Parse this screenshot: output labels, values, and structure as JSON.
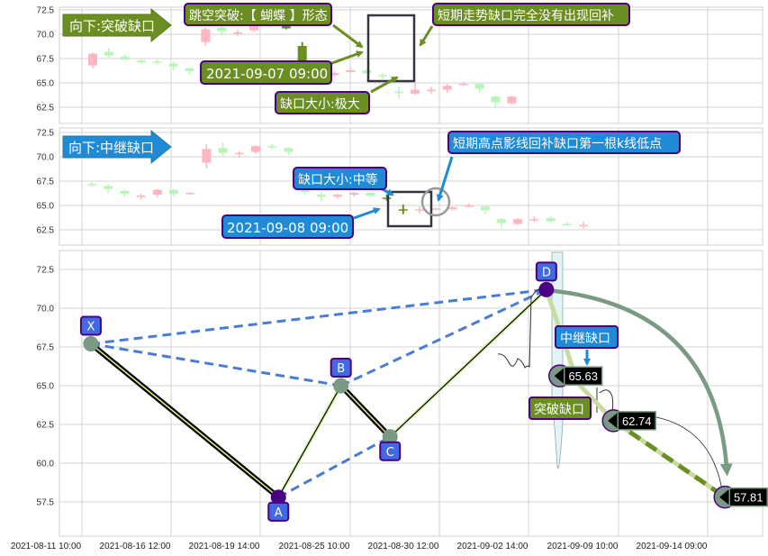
{
  "chart_data": [
    {
      "type": "candlestick",
      "title": "向下:突破缺口",
      "ylim": [
        61,
        73
      ],
      "yticks": [
        "72.5",
        "70.0",
        "67.5",
        "65.0",
        "62.5"
      ],
      "yticks_values": [
        72.5,
        70.0,
        67.5,
        65.0,
        62.5
      ],
      "candles": [
        {
          "o": 66.8,
          "c": 68.0,
          "h": 68.1,
          "l": 66.5,
          "dir": "up"
        },
        {
          "o": 68.2,
          "c": 67.8,
          "h": 68.6,
          "l": 67.6,
          "dir": "down"
        },
        {
          "o": 67.7,
          "c": 67.4,
          "h": 67.9,
          "l": 67.3,
          "dir": "down"
        },
        {
          "o": 67.3,
          "c": 67.1,
          "h": 67.4,
          "l": 67.0,
          "dir": "down"
        },
        {
          "o": 67.2,
          "c": 67.1,
          "h": 67.4,
          "l": 66.9,
          "dir": "down"
        },
        {
          "o": 67.0,
          "c": 66.7,
          "h": 67.2,
          "l": 66.3,
          "dir": "down"
        },
        {
          "o": 66.5,
          "c": 66.2,
          "h": 66.6,
          "l": 65.9,
          "dir": "down"
        },
        {
          "o": 69.2,
          "c": 70.5,
          "h": 70.7,
          "l": 68.8,
          "dir": "up"
        },
        {
          "o": 70.7,
          "c": 70.3,
          "h": 70.9,
          "l": 69.9,
          "dir": "down"
        },
        {
          "o": 70.1,
          "c": 70.2,
          "h": 70.5,
          "l": 69.8,
          "dir": "up"
        },
        {
          "o": 70.4,
          "c": 71.0,
          "h": 71.3,
          "l": 70.2,
          "dir": "up"
        },
        {
          "o": 71.0,
          "c": 70.9,
          "h": 71.2,
          "l": 70.7,
          "dir": "down"
        },
        {
          "o": 71.0,
          "c": 70.6,
          "h": 71.2,
          "l": 70.5,
          "dir": "gap"
        },
        {
          "o": 68.8,
          "c": 66.3,
          "h": 69.2,
          "l": 65.8,
          "dir": "gap"
        },
        {
          "o": 66.3,
          "c": 65.9,
          "h": 66.6,
          "l": 65.6,
          "dir": "down"
        },
        {
          "o": 65.8,
          "c": 66.0,
          "h": 66.2,
          "l": 65.6,
          "dir": "up"
        },
        {
          "o": 66.1,
          "c": 66.3,
          "h": 66.6,
          "l": 66.0,
          "dir": "up"
        },
        {
          "o": 66.3,
          "c": 66.0,
          "h": 66.4,
          "l": 65.9,
          "dir": "down"
        },
        {
          "o": 65.8,
          "c": 65.7,
          "h": 66.0,
          "l": 65.4,
          "dir": "down"
        },
        {
          "o": 64.1,
          "c": 64.0,
          "h": 64.6,
          "l": 63.4,
          "dir": "down"
        },
        {
          "o": 63.9,
          "c": 64.3,
          "h": 65.0,
          "l": 63.8,
          "dir": "up"
        },
        {
          "o": 64.3,
          "c": 64.2,
          "h": 64.6,
          "l": 63.9,
          "dir": "up"
        },
        {
          "o": 64.3,
          "c": 64.7,
          "h": 64.9,
          "l": 64.0,
          "dir": "up"
        },
        {
          "o": 64.9,
          "c": 64.9,
          "h": 65.1,
          "l": 64.7,
          "dir": "up"
        },
        {
          "o": 64.9,
          "c": 64.4,
          "h": 65.0,
          "l": 64.0,
          "dir": "down"
        },
        {
          "o": 63.6,
          "c": 63.0,
          "h": 63.7,
          "l": 62.4,
          "dir": "down"
        },
        {
          "o": 62.9,
          "c": 63.6,
          "h": 63.7,
          "l": 62.8,
          "dir": "up"
        }
      ],
      "annotations": [
        {
          "text": "跳空突破:【 蝴蝶 】形态"
        },
        {
          "text": "2021-09-07 09:00"
        },
        {
          "text": "缺口大小:极大"
        },
        {
          "text": "短期走势缺口完全没有出现回补"
        }
      ]
    },
    {
      "type": "candlestick",
      "title": "向下:中继缺口",
      "ylim": [
        61,
        73
      ],
      "yticks": [
        "72.5",
        "70.0",
        "67.5",
        "65.0",
        "62.5"
      ],
      "yticks_values": [
        72.5,
        70.0,
        67.5,
        65.0,
        62.5
      ],
      "candles": [
        {
          "o": 67.2,
          "c": 67.1,
          "h": 67.4,
          "l": 66.9,
          "dir": "down"
        },
        {
          "o": 67.0,
          "c": 66.7,
          "h": 67.2,
          "l": 66.3,
          "dir": "down"
        },
        {
          "o": 66.5,
          "c": 66.2,
          "h": 66.6,
          "l": 65.9,
          "dir": "down"
        },
        {
          "o": 66.0,
          "c": 66.0,
          "h": 66.2,
          "l": 65.6,
          "dir": "up"
        },
        {
          "o": 66.1,
          "c": 66.6,
          "h": 66.7,
          "l": 65.8,
          "dir": "up"
        },
        {
          "o": 66.6,
          "c": 66.2,
          "h": 66.7,
          "l": 65.9,
          "dir": "down"
        },
        {
          "o": 66.3,
          "c": 66.3,
          "h": 66.4,
          "l": 66.2,
          "dir": "up"
        },
        {
          "o": 69.4,
          "c": 70.8,
          "h": 71.3,
          "l": 68.8,
          "dir": "up"
        },
        {
          "o": 70.9,
          "c": 70.4,
          "h": 71.5,
          "l": 69.9,
          "dir": "down"
        },
        {
          "o": 70.3,
          "c": 70.4,
          "h": 70.6,
          "l": 69.9,
          "dir": "up"
        },
        {
          "o": 70.5,
          "c": 71.1,
          "h": 71.2,
          "l": 70.3,
          "dir": "up"
        },
        {
          "o": 71.1,
          "c": 71.0,
          "h": 71.3,
          "l": 70.8,
          "dir": "down"
        },
        {
          "o": 70.9,
          "c": 70.5,
          "h": 71.0,
          "l": 70.2,
          "dir": "down"
        },
        {
          "o": 66.8,
          "c": 66.4,
          "h": 67.3,
          "l": 66.1,
          "dir": "down"
        },
        {
          "o": 66.1,
          "c": 65.9,
          "h": 66.4,
          "l": 65.4,
          "dir": "down"
        },
        {
          "o": 65.9,
          "c": 66.1,
          "h": 66.2,
          "l": 65.7,
          "dir": "up"
        },
        {
          "o": 66.1,
          "c": 66.3,
          "h": 66.4,
          "l": 65.9,
          "dir": "up"
        },
        {
          "o": 66.3,
          "c": 66.0,
          "h": 66.4,
          "l": 65.9,
          "dir": "down"
        },
        {
          "o": 65.8,
          "c": 65.8,
          "h": 66.1,
          "l": 65.5,
          "dir": "gap"
        },
        {
          "o": 64.6,
          "c": 64.6,
          "h": 65.1,
          "l": 64.1,
          "dir": "gap"
        },
        {
          "o": 64.6,
          "c": 64.6,
          "h": 64.9,
          "l": 64.2,
          "dir": "up"
        },
        {
          "o": 64.7,
          "c": 64.6,
          "h": 64.7,
          "l": 64.5,
          "dir": "up"
        },
        {
          "o": 64.6,
          "c": 64.8,
          "h": 64.9,
          "l": 64.5,
          "dir": "up"
        },
        {
          "o": 64.9,
          "c": 65.0,
          "h": 65.2,
          "l": 64.8,
          "dir": "up"
        },
        {
          "o": 64.9,
          "c": 64.5,
          "h": 65.0,
          "l": 64.1,
          "dir": "down"
        },
        {
          "o": 63.6,
          "c": 63.2,
          "h": 63.7,
          "l": 62.7,
          "dir": "down"
        },
        {
          "o": 63.1,
          "c": 63.6,
          "h": 63.7,
          "l": 63.0,
          "dir": "up"
        },
        {
          "o": 63.6,
          "c": 63.6,
          "h": 63.9,
          "l": 63.3,
          "dir": "up"
        },
        {
          "o": 63.7,
          "c": 63.4,
          "h": 63.9,
          "l": 63.2,
          "dir": "down"
        },
        {
          "o": 63.1,
          "c": 63.0,
          "h": 63.3,
          "l": 62.9,
          "dir": "down"
        },
        {
          "o": 63.0,
          "c": 62.9,
          "h": 63.3,
          "l": 62.6,
          "dir": "up"
        }
      ],
      "annotations": [
        {
          "text": "缺口大小:中等"
        },
        {
          "text": "2021-09-08 09:00"
        },
        {
          "text": "短期高点影线回补缺口第一根k线低点"
        }
      ]
    },
    {
      "type": "line",
      "title": "XABCD",
      "ylim": [
        55.5,
        73.5
      ],
      "yticks": [
        "72.5",
        "70.0",
        "67.5",
        "65.0",
        "62.5",
        "60.0",
        "57.5"
      ],
      "yticks_values": [
        72.5,
        70.0,
        67.5,
        65.0,
        62.5,
        60.0,
        57.5
      ],
      "xticks": [
        "2021-08-11 10:00",
        "2021-08-16 12:00",
        "2021-08-19 14:00",
        "2021-08-25 10:00",
        "2021-08-30 12:00",
        "2021-09-02 14:00",
        "2021-09-09 10:00",
        "2021-09-14 09:00"
      ],
      "points": [
        {
          "name": "X",
          "x": 0.1,
          "y": 67.7
        },
        {
          "name": "A",
          "x": 2.2,
          "y": 57.8
        },
        {
          "name": "B",
          "x": 2.9,
          "y": 65.0
        },
        {
          "name": "C",
          "x": 3.45,
          "y": 61.7
        },
        {
          "name": "D",
          "x": 5.2,
          "y": 71.2
        }
      ],
      "targets": [
        {
          "label": "65.63",
          "x": 5.35,
          "y": 65.63
        },
        {
          "label": "62.74",
          "x": 5.95,
          "y": 62.74
        },
        {
          "label": "57.81",
          "x": 7.2,
          "y": 57.81
        }
      ],
      "labels": [
        {
          "text": "中继缺口"
        },
        {
          "text": "突破缺口"
        }
      ]
    }
  ],
  "colors": {
    "up": "#ffb6c1",
    "down": "#b8f5b8",
    "gap_green": "#6b8e23",
    "gap_blue": "#1f8ad6",
    "point_label": "#4169e1",
    "point_border": "#4b0082",
    "dash": "#4a7bd6",
    "arc": "#7a9a84"
  }
}
